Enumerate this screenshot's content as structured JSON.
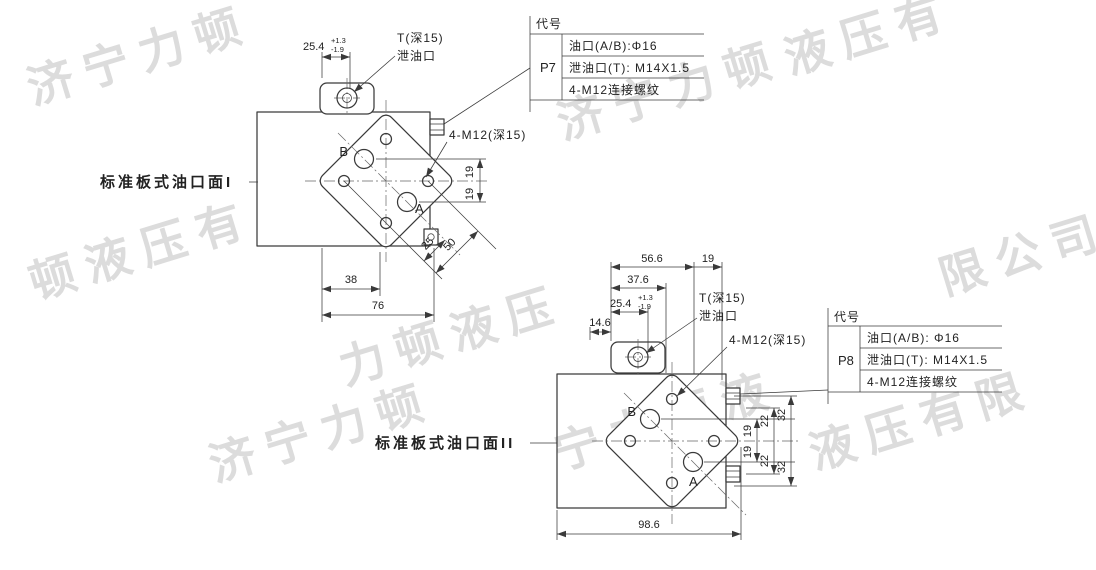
{
  "watermark": {
    "text": "济宁力顿液压有限公司",
    "color": "#dcdcdc",
    "tiles": [
      {
        "text": "济宁力顿"
      },
      {
        "text": "液压有"
      },
      {
        "text": "济宁力顿"
      },
      {
        "text": "顿液压有"
      },
      {
        "text": "力顿液压"
      },
      {
        "text": "限公司"
      },
      {
        "text": "济宁力顿"
      },
      {
        "text": "宁力顿液"
      },
      {
        "text": "液压有限"
      }
    ]
  },
  "view1": {
    "label": "标准板式油口面I",
    "port_a": "A",
    "port_b": "B",
    "t_note_line1": "T(深15)",
    "t_note_line2": "泄油口",
    "bolt_note": "4-M12(深15)",
    "dims": {
      "d254": "25.4",
      "tol_plus": "+1.3",
      "tol_minus": "-1.9",
      "d19a": "19",
      "d19b": "19",
      "d25": "25",
      "d50": "50",
      "d38": "38",
      "d76": "76"
    },
    "table": {
      "header": "代号",
      "code": "P7",
      "row1": "油口(A/B):Φ16",
      "row2": "泄油口(T): M14X1.5",
      "row3": "4-M12连接螺纹"
    }
  },
  "view2": {
    "label": "标准板式油口面II",
    "port_a": "A",
    "port_b": "B",
    "t_note_line1": "T(深15)",
    "t_note_line2": "泄油口",
    "bolt_note": "4-M12(深15)",
    "dims": {
      "d566": "56.6",
      "d19top": "19",
      "d376": "37.6",
      "d254": "25.4",
      "tol_plus": "+1.3",
      "tol_minus": "-1.9",
      "d146": "14.6",
      "d19a": "19",
      "d19b": "19",
      "d22a": "22",
      "d22b": "22",
      "d32a": "32",
      "d32b": "32",
      "d986": "98.6"
    },
    "table": {
      "header": "代号",
      "code": "P8",
      "row1": "油口(A/B): Φ16",
      "row2": "泄油口(T): M14X1.5",
      "row3": "4-M12连接螺纹"
    }
  }
}
